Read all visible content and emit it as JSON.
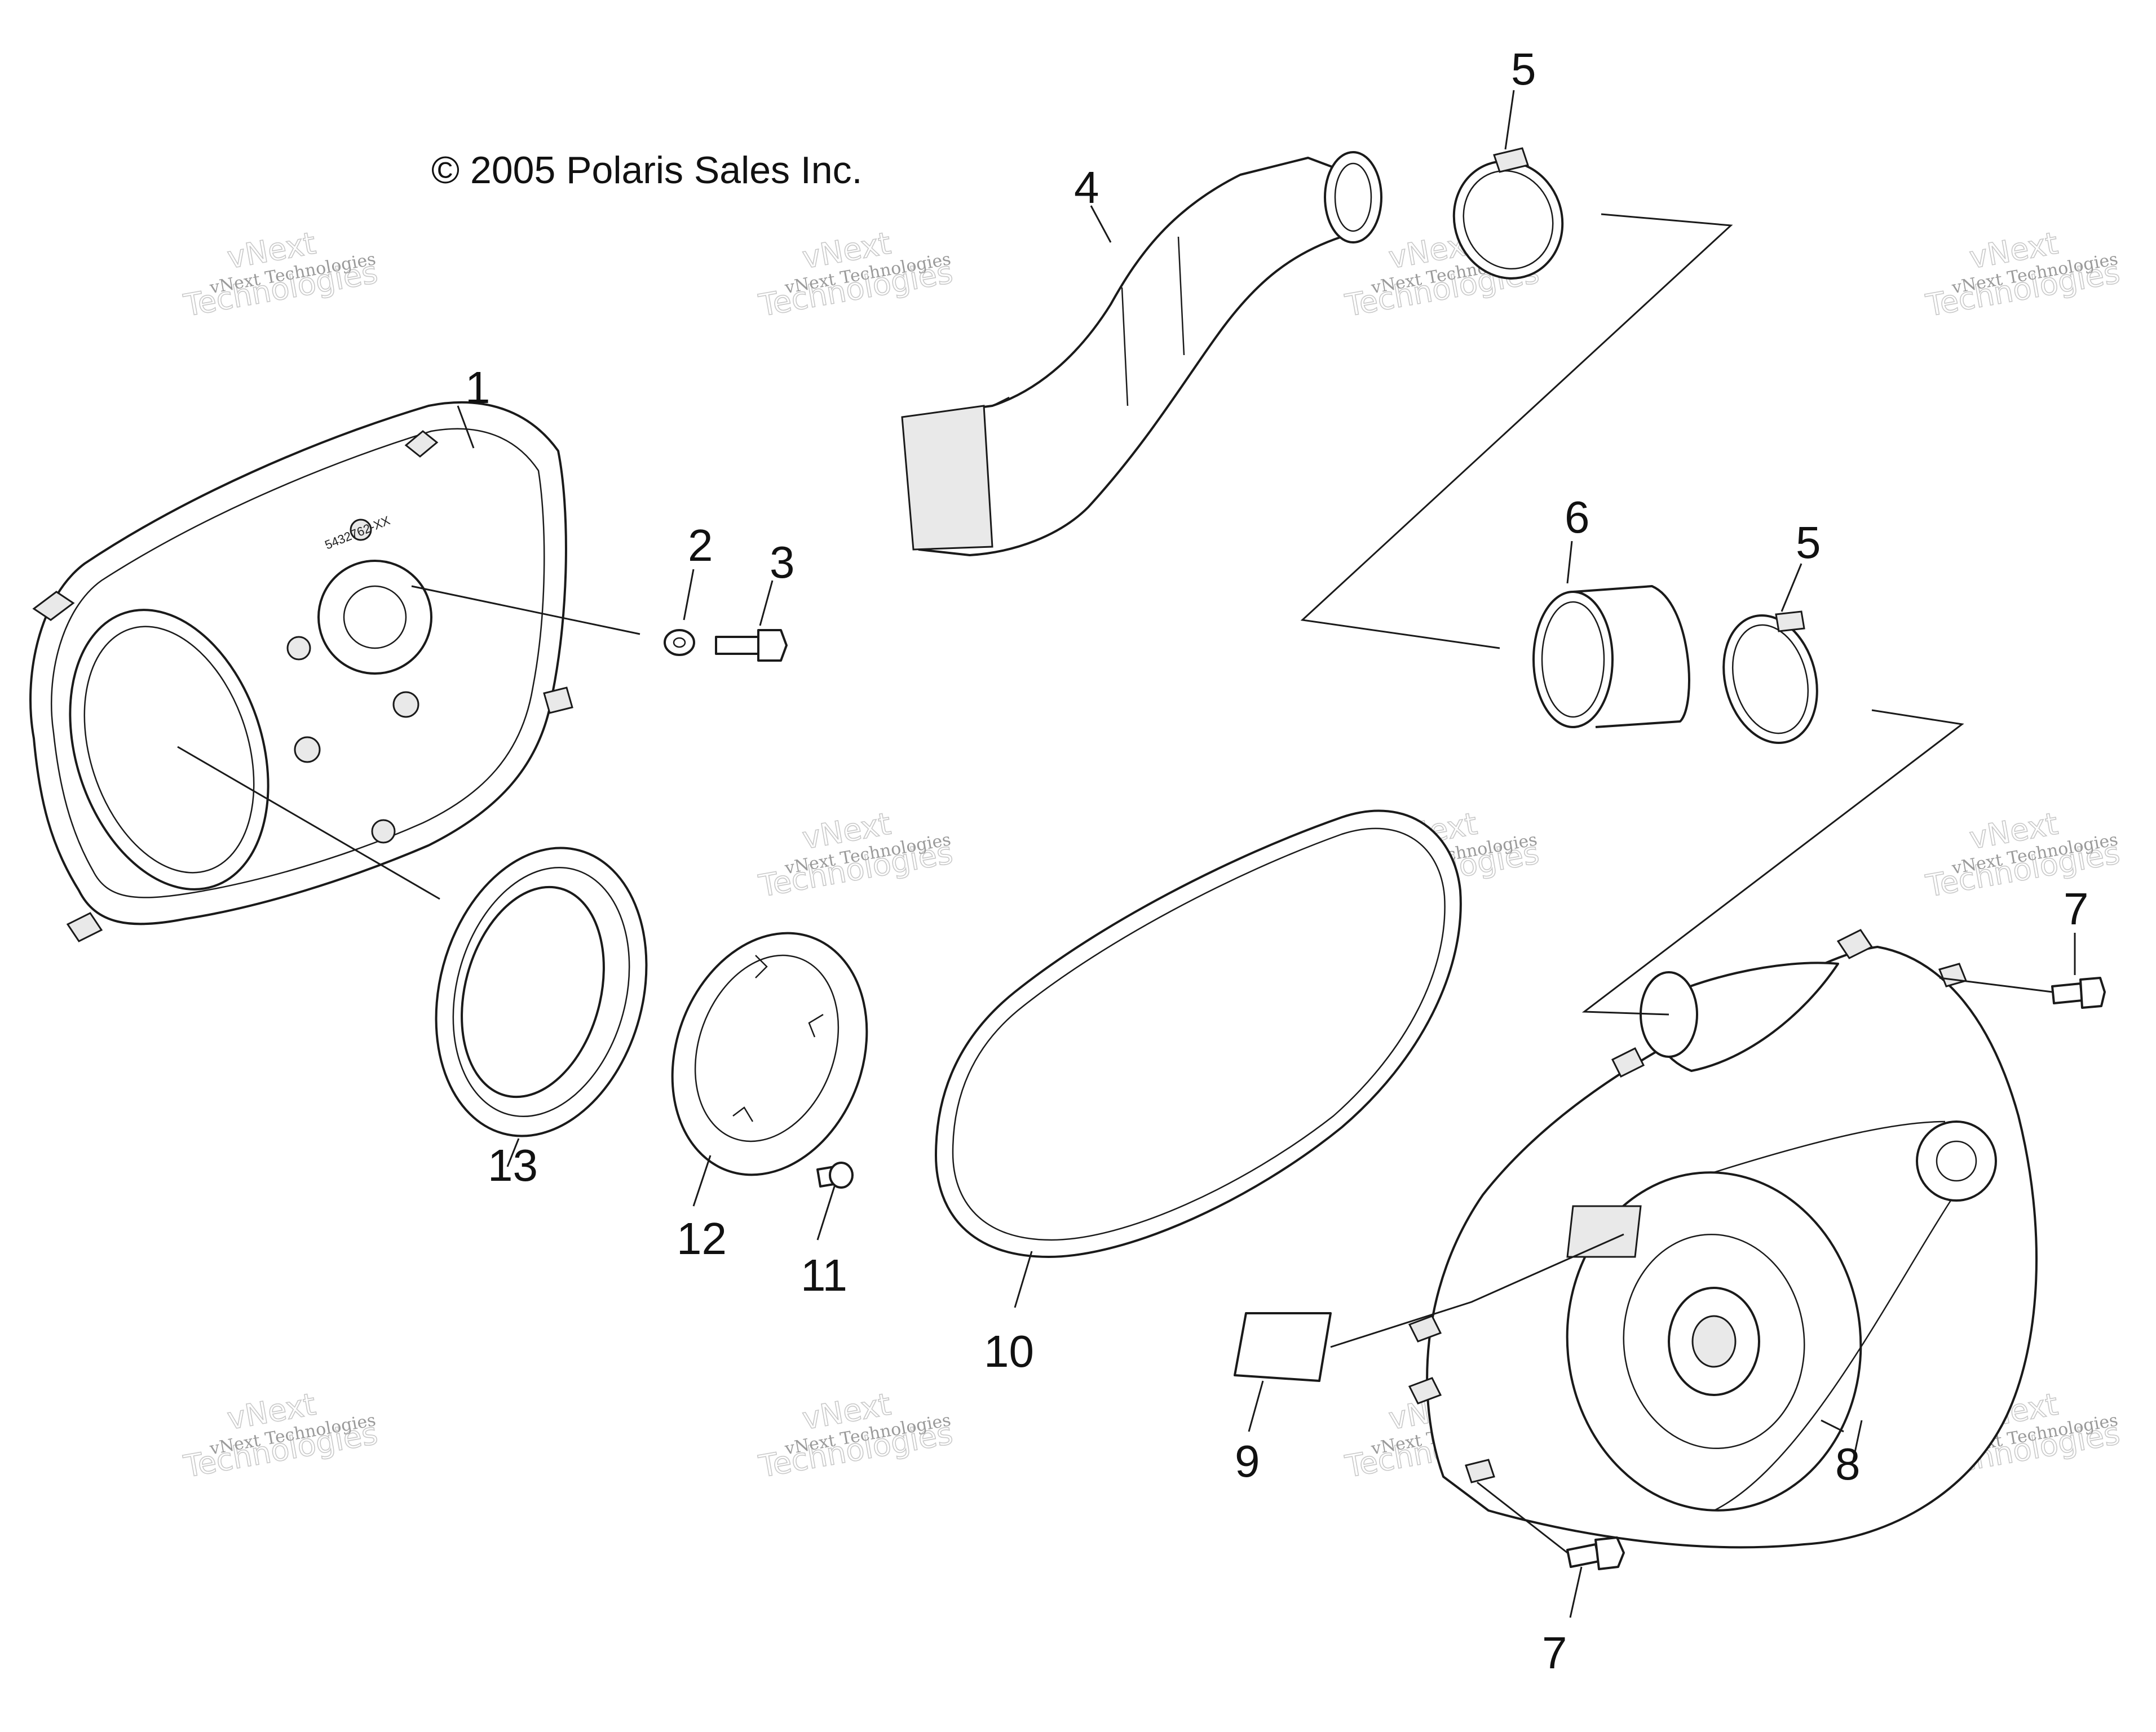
{
  "copyright": "© 2005 Polaris Sales Inc.",
  "part_code": "5432762-XX",
  "watermark": {
    "line1": "vNext Technologies",
    "line2": "vNext",
    "line3": "Technologies"
  },
  "callouts": {
    "c1": "1",
    "c2": "2",
    "c3": "3",
    "c4": "4",
    "c5a": "5",
    "c5b": "5",
    "c6": "6",
    "c7a": "7",
    "c7b": "7",
    "c8": "8",
    "c9": "9",
    "c10": "10",
    "c11": "11",
    "c12": "12",
    "c13": "13"
  }
}
